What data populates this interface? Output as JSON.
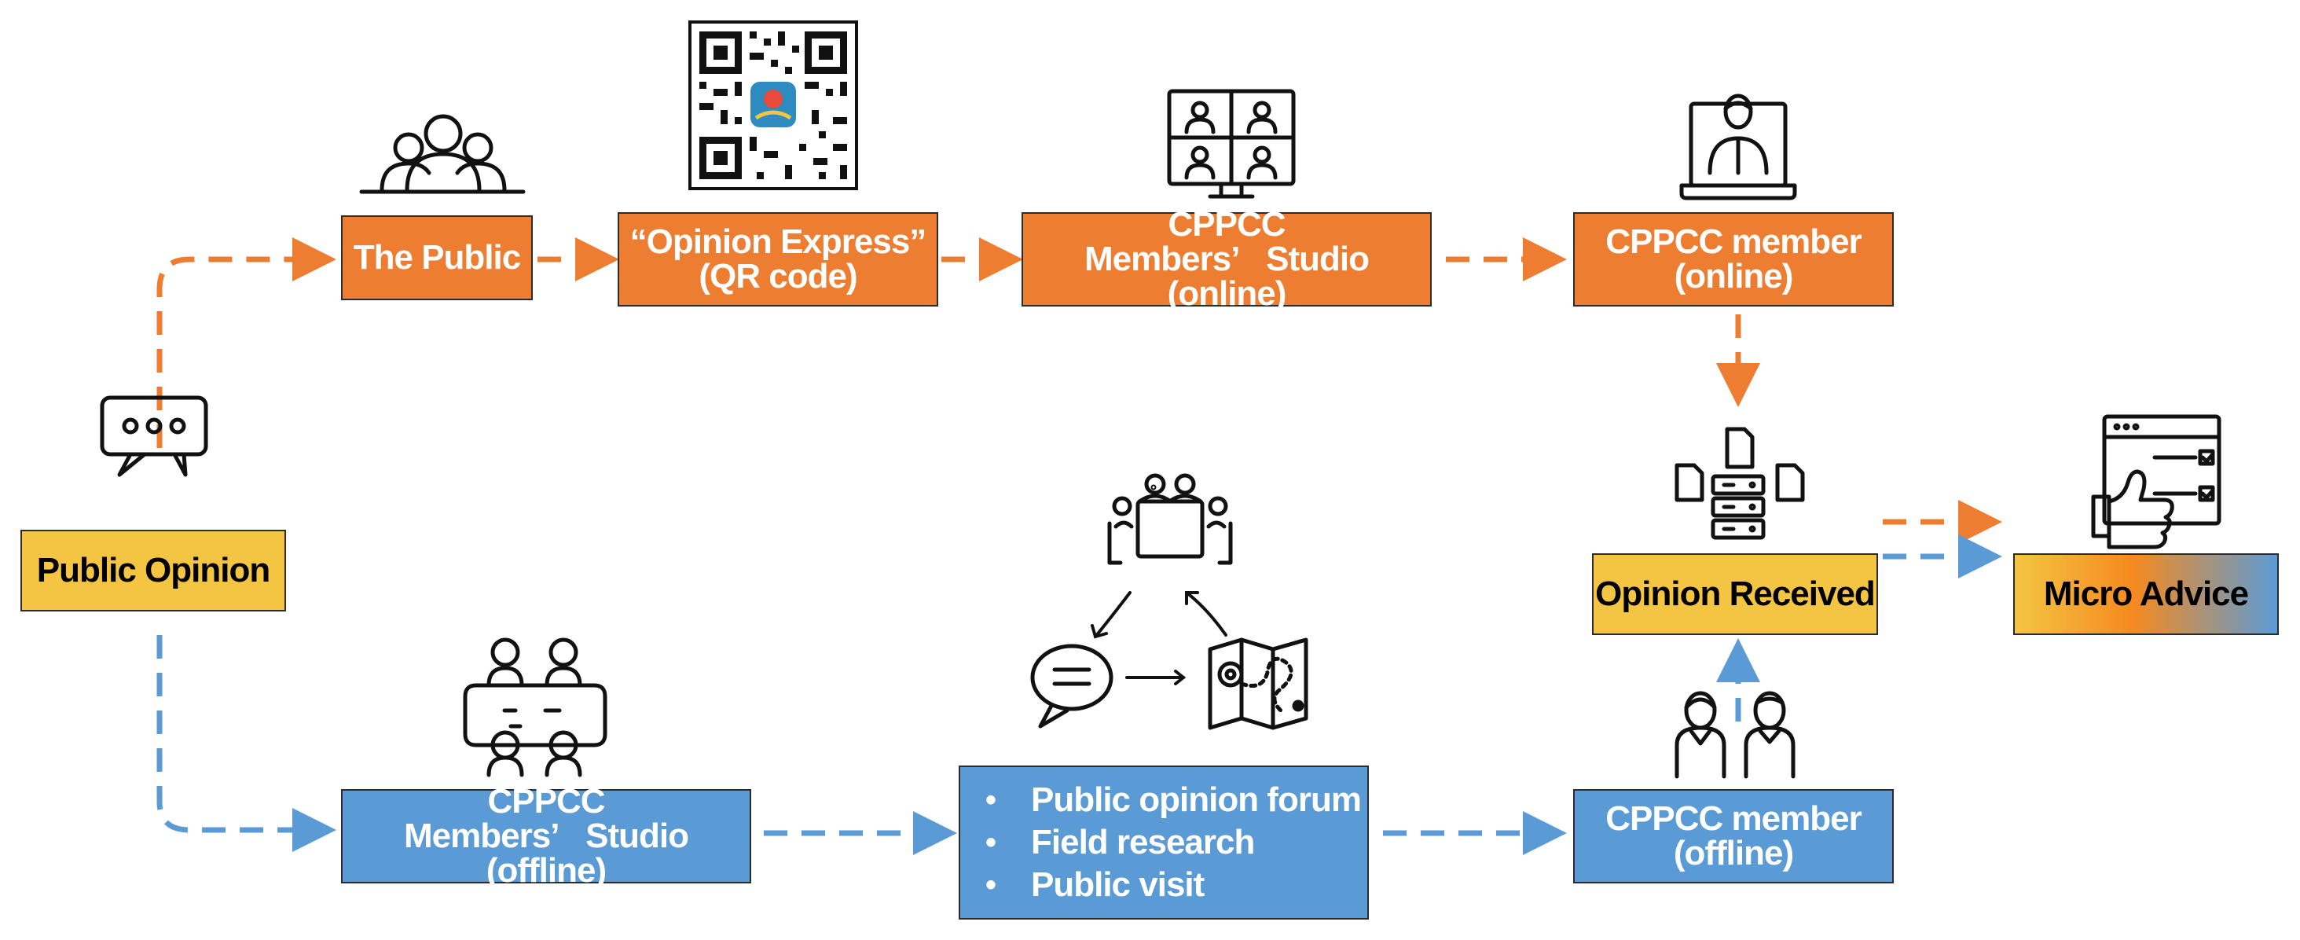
{
  "nodes": {
    "public_opinion": "Public Opinion",
    "the_public": "The Public",
    "opinion_express_title": "“Opinion Express”",
    "opinion_express_sub": "(QR code)",
    "studio_online_title": "CPPCC Members’   Studio",
    "studio_online_sub": "(online)",
    "member_online_title": "CPPCC member",
    "member_online_sub": "(online)",
    "opinion_received": "Opinion Received",
    "micro_advice": "Micro Advice",
    "studio_offline_title": "CPPCC Members’   Studio",
    "studio_offline_sub": "(offline)",
    "activities": [
      "Public opinion forum",
      "Field research",
      "Public visit"
    ],
    "member_offline_title": "CPPCC member",
    "member_offline_sub": "(offline)"
  },
  "colors": {
    "online_path": "#ED7D31",
    "offline_path": "#5B9BD5",
    "highlight": "#F4C542"
  },
  "icons": [
    "speech-bubble-icon",
    "group-people-icon",
    "qr-code-icon",
    "video-call-icon",
    "laptop-person-icon",
    "documents-server-icon",
    "checklist-thumbs-up-icon",
    "meeting-table-icon",
    "round-table-icon",
    "chat-icon",
    "map-icon",
    "two-people-icon"
  ]
}
